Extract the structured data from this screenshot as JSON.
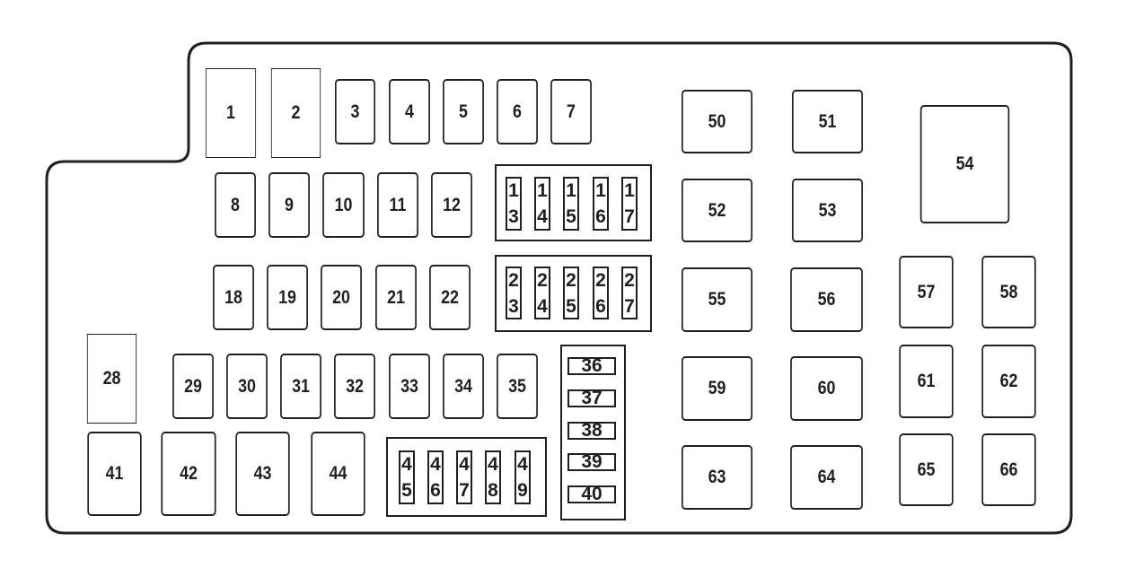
{
  "title": "Fuse panel diagram",
  "colors": {
    "line": "#231f20",
    "background": "#ffffff"
  },
  "fuses": [
    "1",
    "2",
    "3",
    "4",
    "5",
    "6",
    "7",
    "8",
    "9",
    "10",
    "11",
    "12",
    "13",
    "14",
    "15",
    "16",
    "17",
    "18",
    "19",
    "20",
    "21",
    "22",
    "23",
    "24",
    "25",
    "26",
    "27",
    "28",
    "29",
    "30",
    "31",
    "32",
    "33",
    "34",
    "35",
    "36",
    "37",
    "38",
    "39",
    "40",
    "41",
    "42",
    "43",
    "44",
    "45",
    "46",
    "47",
    "48",
    "49",
    "50",
    "51",
    "52",
    "53",
    "54",
    "55",
    "56",
    "57",
    "58",
    "59",
    "60",
    "61",
    "62",
    "63",
    "64",
    "65",
    "66"
  ]
}
